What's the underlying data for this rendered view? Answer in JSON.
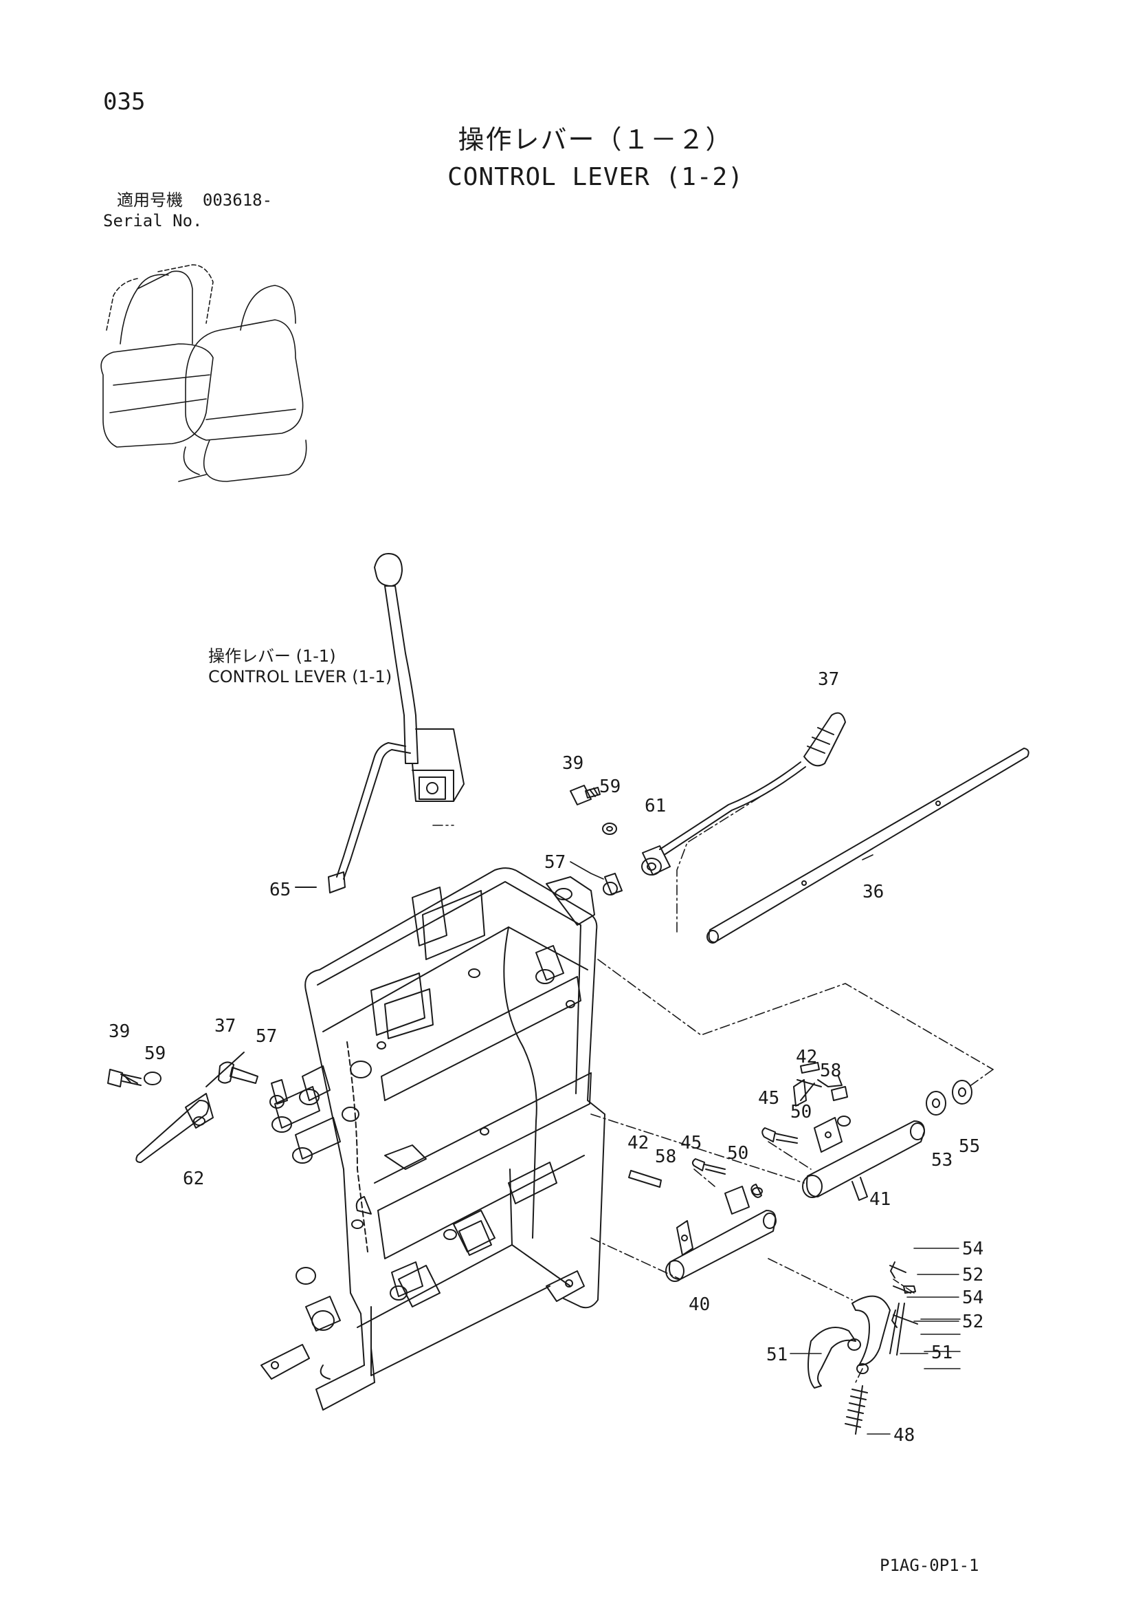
{
  "page_number": "035",
  "title_jp": "操作レバー（１－２）",
  "title_en": "CONTROL LEVER (1-2)",
  "serial": {
    "label_jp": "適用号機",
    "label_en": "Serial No.",
    "value": "003618-"
  },
  "reference": {
    "label_jp": "操作レバー (1-1)",
    "label_en": "CONTROL LEVER (1-1)"
  },
  "callouts": {
    "c37_top": "37",
    "c39_top": "39",
    "c59_top": "59",
    "c61": "61",
    "c57_top": "57",
    "c36": "36",
    "c65": "65",
    "c39_left": "39",
    "c59_left": "59",
    "c37_left": "37",
    "c57_left": "57",
    "c62": "62",
    "c42_right": "42",
    "c58_right": "58",
    "c45_right": "45",
    "c50_right": "50",
    "c53": "53",
    "c55": "55",
    "c42_left": "42",
    "c58_left": "58",
    "c45_left": "45",
    "c50_left": "50",
    "c41": "41",
    "c40": "40",
    "c54_a": "54",
    "c52_a": "52",
    "c54_b": "54",
    "c52_b": "52",
    "c51_left": "51",
    "c51_right": "51",
    "c48": "48"
  },
  "document_code": "P1AG-0P1-1"
}
